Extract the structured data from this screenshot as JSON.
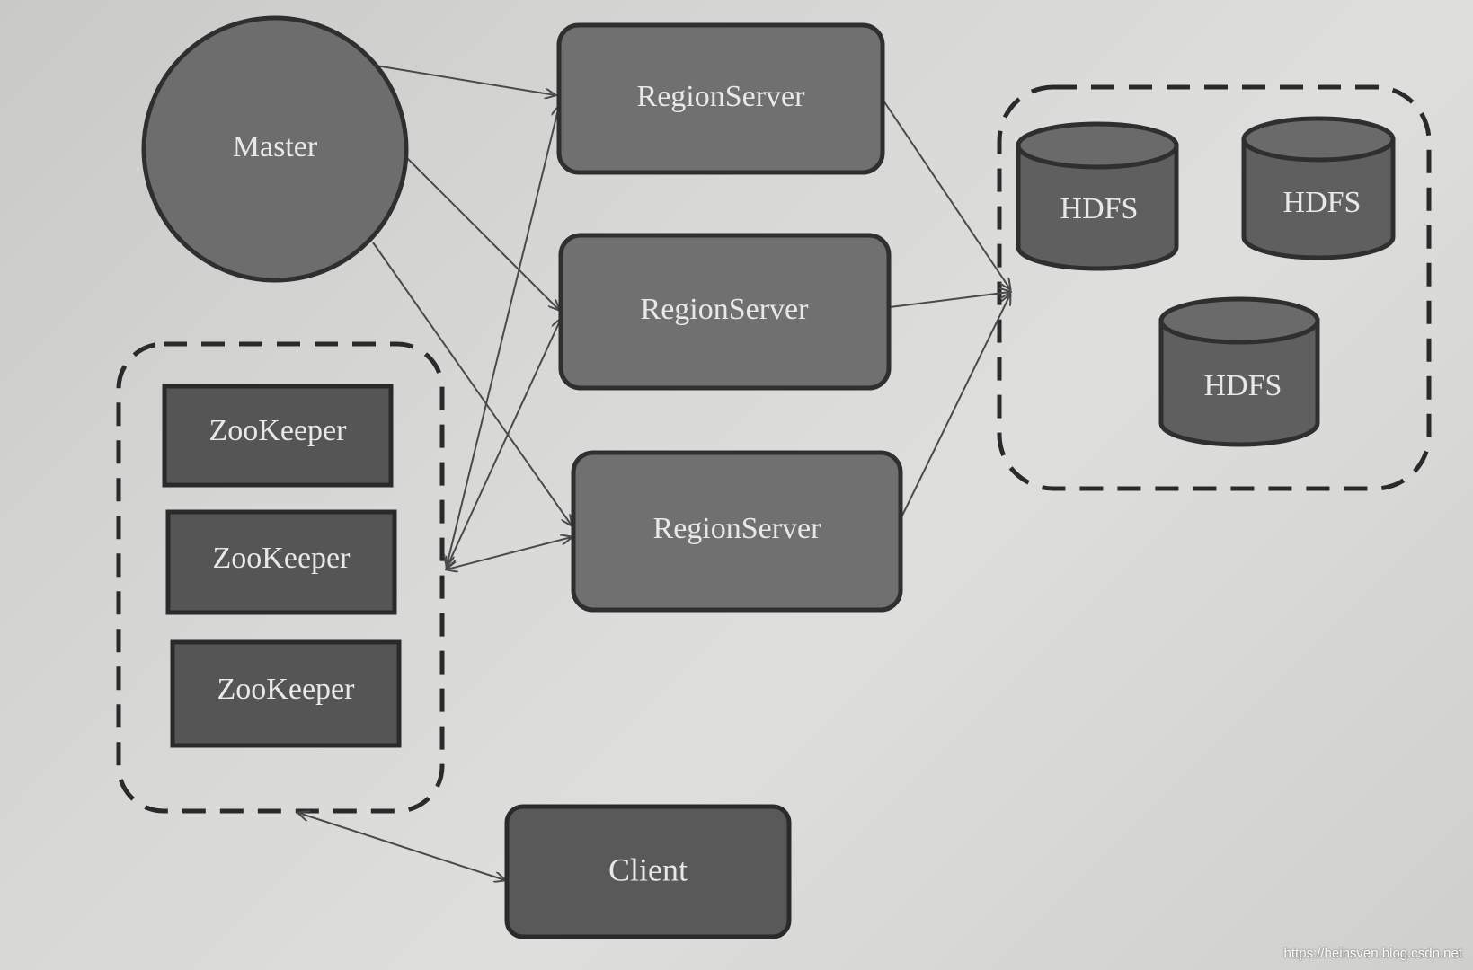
{
  "diagram": {
    "master": {
      "label": "Master"
    },
    "region_servers": [
      {
        "label": "RegionServer"
      },
      {
        "label": "RegionServer"
      },
      {
        "label": "RegionServer"
      }
    ],
    "zookeepers": [
      {
        "label": "ZooKeeper"
      },
      {
        "label": "ZooKeeper"
      },
      {
        "label": "ZooKeeper"
      }
    ],
    "hdfs_nodes": [
      {
        "label": "HDFS"
      },
      {
        "label": "HDFS"
      },
      {
        "label": "HDFS"
      }
    ],
    "client": {
      "label": "Client"
    }
  },
  "colors": {
    "node_fill": "#6d6d6d",
    "zookeeper_fill": "#555555",
    "client_fill": "#595959",
    "stroke": "#2f2f2f",
    "arrow": "#4a4a4a"
  },
  "watermark": "https://heinsven.blog.csdn.net"
}
